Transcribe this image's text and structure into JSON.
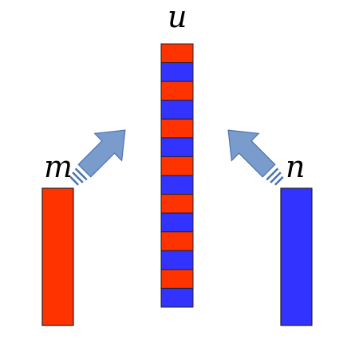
{
  "labels": {
    "left": "m",
    "center": "u",
    "right": "n"
  },
  "vectors": {
    "left": {
      "color": "#ff3300",
      "segments": 1
    },
    "center": {
      "segments": 14,
      "pattern": [
        "#ff3300",
        "#3333ff"
      ]
    },
    "right": {
      "color": "#3333ff",
      "segments": 1
    }
  },
  "arrows": {
    "fill": "#7a9ccc",
    "stroke": "#4a72b0",
    "left_icon": "block-arrow-up-right-icon",
    "right_icon": "block-arrow-up-left-icon"
  },
  "colors": {
    "outline": "#222222",
    "background": "#ffffff"
  }
}
